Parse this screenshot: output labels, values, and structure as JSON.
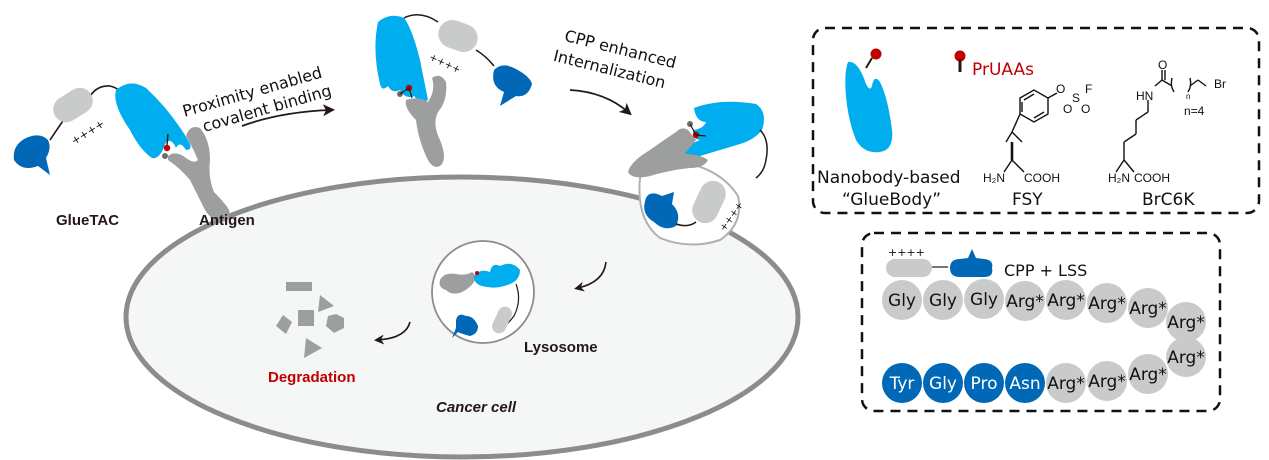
{
  "colors": {
    "nanobody": "#00aeef",
    "lss": "#0068b7",
    "cpp": "#c9caca",
    "antigen": "#9d9e9e",
    "cell_fill": "#f5f6f6",
    "cell_border": "#8c8c8c",
    "uaa": "#c00000",
    "text_dark": "#231815",
    "highlight_red": "#c00000"
  },
  "main": {
    "gluetac_label": "GlueTAC",
    "antigen_label": "Antigen",
    "step1_line1": "Proximity enabled",
    "step1_line2": "covalent binding",
    "step2_line1": "CPP enhanced",
    "step2_line2": "Internalization",
    "lysosome_label": "Lysosome",
    "degradation_label": "Degradation",
    "cell_label": "Cancer cell",
    "charge_marks": "++++"
  },
  "legend_top": {
    "nanobody_line1": "Nanobody-based",
    "nanobody_line2": "“GlueBody”",
    "pruaa_label": "PrUAAs",
    "fsy": {
      "name": "FSY",
      "amine": "H₂N",
      "acid": "COOH",
      "o1": "O",
      "s": "S",
      "f": "F",
      "o2": "O",
      "o3": "O"
    },
    "brc6k": {
      "name": "BrC6K",
      "amine": "H₂N",
      "acid": "COOH",
      "hn": "HN",
      "o": "O",
      "n_sub": "n",
      "br": "Br",
      "n_value": "n=4"
    }
  },
  "legend_bottom": {
    "charge_marks": "++++",
    "cpp_lss_label": "CPP + LSS",
    "row1": [
      "Gly",
      "Gly",
      "Gly",
      "Arg*",
      "Arg*",
      "Arg*",
      "Arg*",
      "Arg*"
    ],
    "row2": [
      "Tyr",
      "Gly",
      "Pro",
      "Asn",
      "Arg*",
      "Arg*",
      "Arg*",
      "Arg*"
    ]
  }
}
